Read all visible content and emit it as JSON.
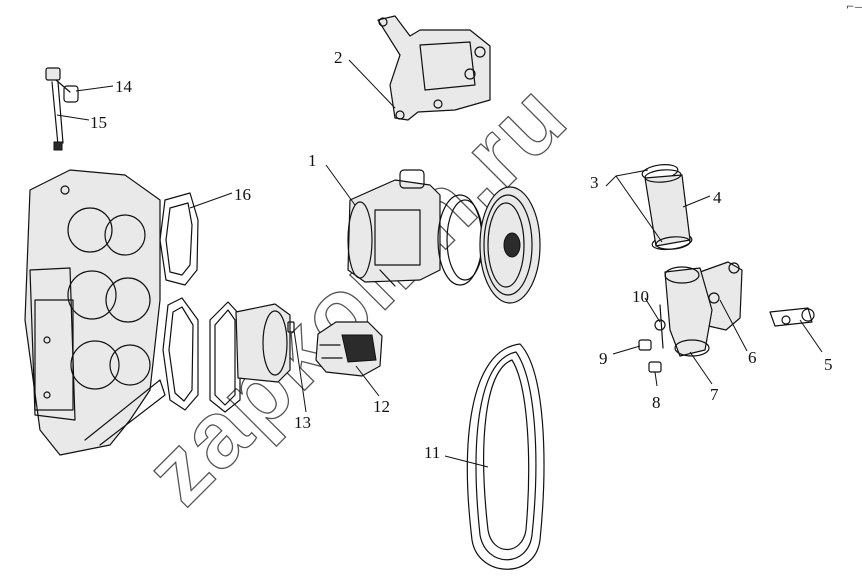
{
  "watermark": "zapkomn.ru",
  "corner_mark": "⌐—",
  "callouts": {
    "c1": "1",
    "c2": "2",
    "c3": "3",
    "c4": "4",
    "c5": "5",
    "c6": "6",
    "c7": "7",
    "c8": "8",
    "c9": "9",
    "c10": "10",
    "c11": "11",
    "c12": "12",
    "c13": "13",
    "c14": "14",
    "c15": "15",
    "c16": "16"
  }
}
